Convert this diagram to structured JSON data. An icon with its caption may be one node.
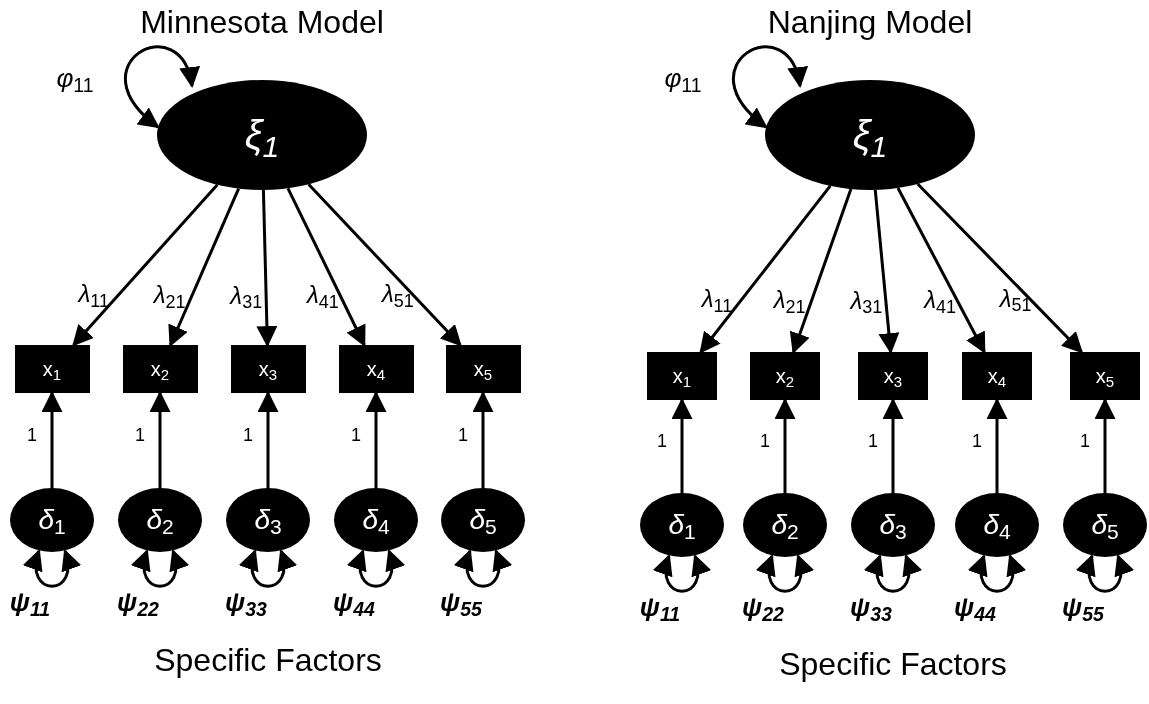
{
  "diagram": {
    "nodes": [
      {
        "text": [
          "ξ$_{1}$"
        ]
      },
      {
        "text": [
          "x$_{1}$"
        ]
      },
      {
        "text": [
          "x$_{2}$"
        ]
      },
      {
        "text": [
          "x$_{3}$"
        ]
      },
      {
        "text": [
          "x$_{4}$"
        ]
      },
      {
        "text": [
          "x$_{5}$"
        ]
      },
      {
        "text": [
          "*δ*$_{1}$"
        ]
      },
      {
        "text": [
          "*δ*$_{2}$"
        ]
      },
      {
        "text": [
          "*δ*$_{3}$"
        ]
      },
      {
        "text": [
          "*δ*$_{4}$"
        ]
      },
      {
        "text": [
          "*δ*$_{5}$"
        ]
      },
      {
        "text": [
          "ξ$_{1}$"
        ]
      },
      {
        "text": [
          "x$_{1}$"
        ]
      },
      {
        "text": [
          "x$_{2}$"
        ]
      },
      {
        "text": [
          "x$_{3}$"
        ]
      },
      {
        "text": [
          "x$_{4}$"
        ]
      },
      {
        "text": [
          "x$_{5}$"
        ]
      },
      {
        "text": [
          "*δ*$_{1}$"
        ]
      },
      {
        "text": [
          "*δ*$_{2}$"
        ]
      },
      {
        "text": [
          "*δ*$_{3}$"
        ]
      },
      {
        "text": [
          "*δ*$_{4}$"
        ]
      },
      {
        "text": [
          "*δ*$_{5}$"
        ]
      }
    ],
    "edges": [
      {
        "from": 0,
        "to": 0,
        "arrow": "both",
        "label": "*φ*$_{11}$"
      },
      {
        "from": 0,
        "to": 1,
        "arrow": "to",
        "label": "*λ*$_{11}$"
      },
      {
        "from": 0,
        "to": 2,
        "arrow": "to",
        "label": "*λ*$_{21}$"
      },
      {
        "from": 0,
        "to": 3,
        "arrow": "to",
        "label": "*λ*$_{31}$"
      },
      {
        "from": 0,
        "to": 4,
        "arrow": "to",
        "label": "*λ*$_{41}$"
      },
      {
        "from": 0,
        "to": 5,
        "arrow": "to",
        "label": "*λ*$_{51}$"
      },
      {
        "from": 6,
        "to": 1,
        "arrow": "to",
        "label": "1"
      },
      {
        "from": 7,
        "to": 2,
        "arrow": "to",
        "label": "1"
      },
      {
        "from": 8,
        "to": 3,
        "arrow": "to",
        "label": "1"
      },
      {
        "from": 9,
        "to": 4,
        "arrow": "to",
        "label": "1"
      },
      {
        "from": 10,
        "to": 5,
        "arrow": "to",
        "label": "1"
      },
      {
        "from": 6,
        "to": 6,
        "arrow": "both",
        "label": "ψ$_{11}$"
      },
      {
        "from": 7,
        "to": 7,
        "arrow": "both",
        "label": "ψ$_{22}$"
      },
      {
        "from": 8,
        "to": 8,
        "arrow": "both",
        "label": "ψ$_{33}$"
      },
      {
        "from": 9,
        "to": 9,
        "arrow": "both",
        "label": "ψ$_{44}$"
      },
      {
        "from": 10,
        "to": 10,
        "arrow": "both",
        "label": "ψ$_{55}$"
      },
      {
        "from": 11,
        "to": 11,
        "arrow": "both",
        "label": "*φ*$_{11}$"
      },
      {
        "from": 11,
        "to": 12,
        "arrow": "to",
        "label": "*λ*$_{11}$"
      },
      {
        "from": 11,
        "to": 13,
        "arrow": "to",
        "label": "*λ*$_{21}$"
      },
      {
        "from": 11,
        "to": 14,
        "arrow": "to",
        "label": "*λ*$_{31}$"
      },
      {
        "from": 11,
        "to": 15,
        "arrow": "to",
        "label": "*λ*$_{41}$"
      },
      {
        "from": 11,
        "to": 16,
        "arrow": "to",
        "label": "*λ*$_{51}$"
      },
      {
        "from": 17,
        "to": 12,
        "arrow": "to",
        "label": "1"
      },
      {
        "from": 18,
        "to": 13,
        "arrow": "to",
        "label": "1"
      },
      {
        "from": 19,
        "to": 14,
        "arrow": "to",
        "label": "1"
      },
      {
        "from": 20,
        "to": 15,
        "arrow": "to",
        "label": "1"
      },
      {
        "from": 21,
        "to": 16,
        "arrow": "to",
        "label": "1"
      },
      {
        "from": 17,
        "to": 17,
        "arrow": "both",
        "label": "ψ$_{11}$"
      },
      {
        "from": 18,
        "to": 18,
        "arrow": "both",
        "label": "ψ$_{22}$"
      },
      {
        "from": 19,
        "to": 19,
        "arrow": "both",
        "label": "ψ$_{33}$"
      },
      {
        "from": 20,
        "to": 20,
        "arrow": "both",
        "label": "ψ$_{44}$"
      },
      {
        "from": 21,
        "to": 21,
        "arrow": "both",
        "label": "ψ$_{55}$"
      }
    ],
    "labels": [
      "Minnesota Model",
      "Specific Factors",
      "Nanjing Model",
      "Specific Factors"
    ]
  }
}
